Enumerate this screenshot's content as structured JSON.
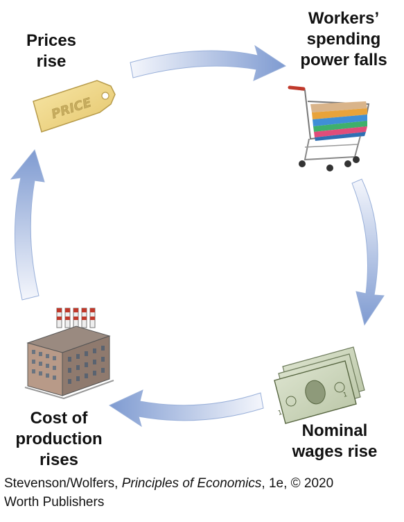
{
  "nodes": {
    "prices": [
      "Prices",
      "rise"
    ],
    "workers": [
      "Workers’",
      "spending",
      "power falls"
    ],
    "nominal": [
      "Nominal",
      "wages rise"
    ],
    "cost": [
      "Cost of",
      "production",
      "rises"
    ]
  },
  "price_tag_text": "PRICE",
  "credit": {
    "author": "Stevenson/Wolfers, ",
    "title": "Principles of Economics",
    "rest": ", 1e, © 2020",
    "publisher": "Worth Publishers"
  },
  "colors": {
    "arrow_dark": "#7f9bd1",
    "arrow_light": "#f2f5fc",
    "tag": "#f3dc92"
  },
  "icons": [
    "price-tag-icon",
    "shopping-cart-icon",
    "dollar-bills-icon",
    "factory-icon",
    "cycle-arrow-icon"
  ]
}
